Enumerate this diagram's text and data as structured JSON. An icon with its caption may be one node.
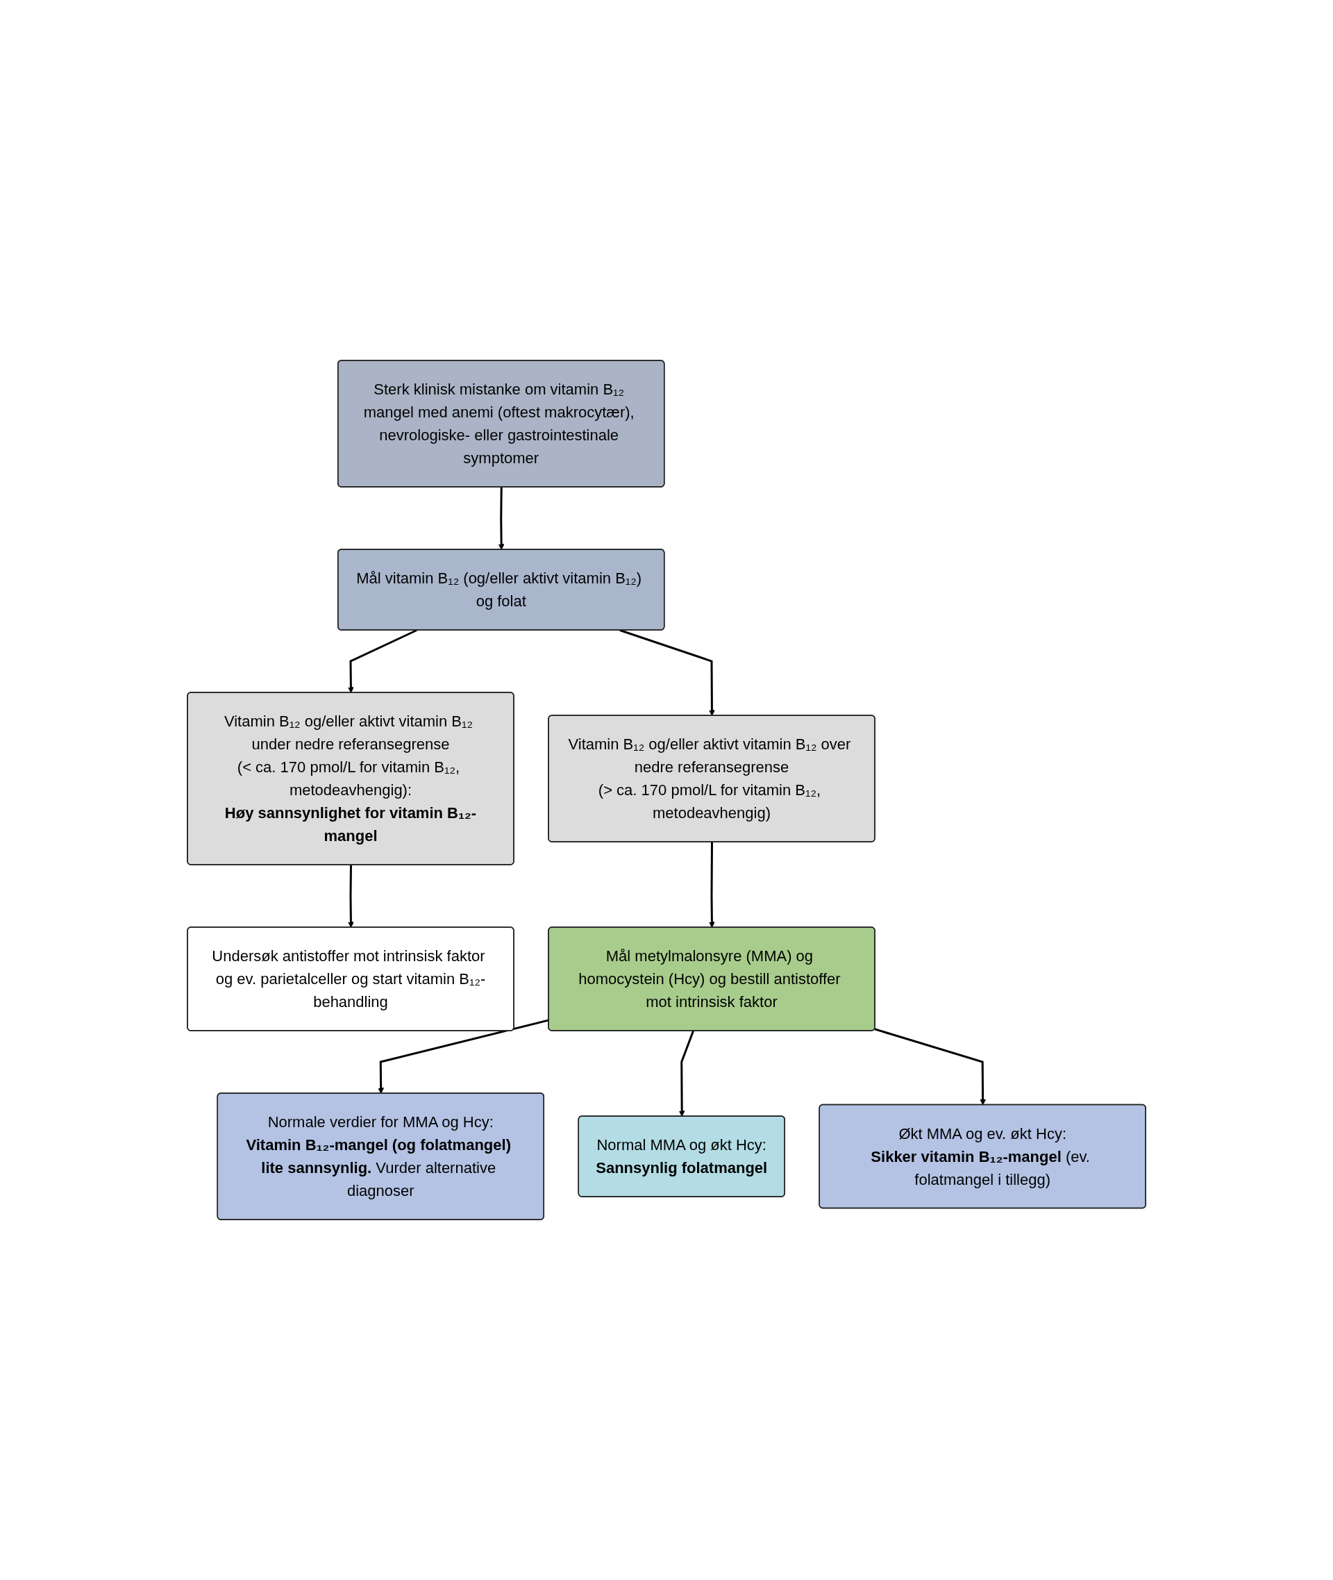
{
  "diagram": {
    "nodes": [
      {
        "text": [
          "Sterk klinisk mistanke om vitamin B₁₂ mangel med anemi (oftest makrocytær), nevrologiske- eller gastrointestinale symptomer"
        ]
      },
      {
        "text": [
          "Mål vitamin B₁₂ (og/eller aktivt vitamin B₁₂) og folat"
        ]
      },
      {
        "text": [
          "Vitamin B₁₂ og/eller aktivt vitamin B₁₂ under nedre referansegrense",
          "(< ca. 170 pmol/L for vitamin B₁₂, metodeavhengig):",
          "**Høy sannsynlighet for vitamin B₁₂-mangel**"
        ]
      },
      {
        "text": [
          "Vitamin B₁₂ og/eller aktivt vitamin B₁₂ over nedre referansegrense",
          "(> ca. 170 pmol/L for vitamin B₁₂, metodeavhengig)"
        ]
      },
      {
        "text": [
          "Undersøk antistoffer mot intrinsisk faktor og ev. parietalceller og start vitamin B₁₂-behandling"
        ]
      },
      {
        "text": [
          "Mål metylmalonsyre (MMA) og homocystein (Hcy) og bestill antistoffer mot intrinsisk faktor"
        ]
      },
      {
        "text": [
          "Normale verdier for MMA og Hcy:",
          "**Vitamin B₁₂-mangel (og folatmangel) lite sannsynlig.** Vurder alternative diagnoser"
        ]
      },
      {
        "text": [
          "Normal MMA og økt Hcy:",
          "**Sannsynlig folatmangel**"
        ]
      },
      {
        "text": [
          "Økt MMA og ev. økt Hcy:",
          "**Sikker vitamin B₁₂-mangel** (ev. folatmangel i tillegg)"
        ]
      }
    ],
    "edges": [
      {
        "from": 0,
        "to": 1,
        "arrow": "to"
      },
      {
        "from": 1,
        "to": 2,
        "arrow": "to"
      },
      {
        "from": 1,
        "to": 3,
        "arrow": "to"
      },
      {
        "from": 2,
        "to": 4,
        "arrow": "to"
      },
      {
        "from": 3,
        "to": 5,
        "arrow": "to"
      },
      {
        "from": 5,
        "to": 6,
        "arrow": "to"
      },
      {
        "from": 5,
        "to": 7,
        "arrow": "to"
      },
      {
        "from": 5,
        "to": 8,
        "arrow": "to"
      }
    ]
  }
}
